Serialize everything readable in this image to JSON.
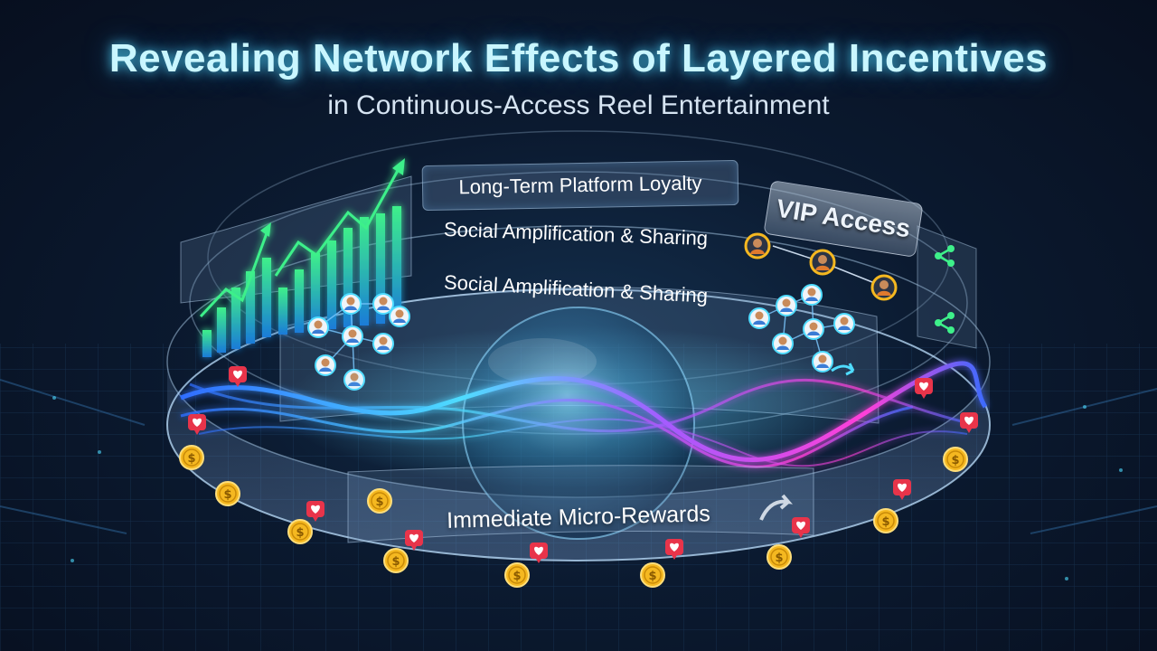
{
  "title": "Revealing Network Effects of Layered Incentives",
  "subtitle": "in Continuous-Access Reel Entertainment",
  "layers": {
    "loyalty": "Long-Term Platform Loyalty",
    "social_top": "Social Amplification & Sharing",
    "social_inner": "Social Amplification & Sharing",
    "rewards": "Immediate Micro-Rewards"
  },
  "badge": {
    "vip": "VIP Access"
  },
  "icons": {
    "growth_chart": "rising-bar-chart-icon",
    "share": "share-icon",
    "heart": "heart-notification-icon",
    "coin": "gold-dollar-coin-icon",
    "avatar": "user-avatar-icon",
    "arrow": "curved-arrow-icon"
  },
  "colors": {
    "accent_cyan": "#4fdcff",
    "accent_magenta": "#d13cff",
    "accent_green": "#3ef08a",
    "coin_gold": "#f5b820",
    "heart_red": "#e8344a",
    "background": "#0b1a30"
  }
}
